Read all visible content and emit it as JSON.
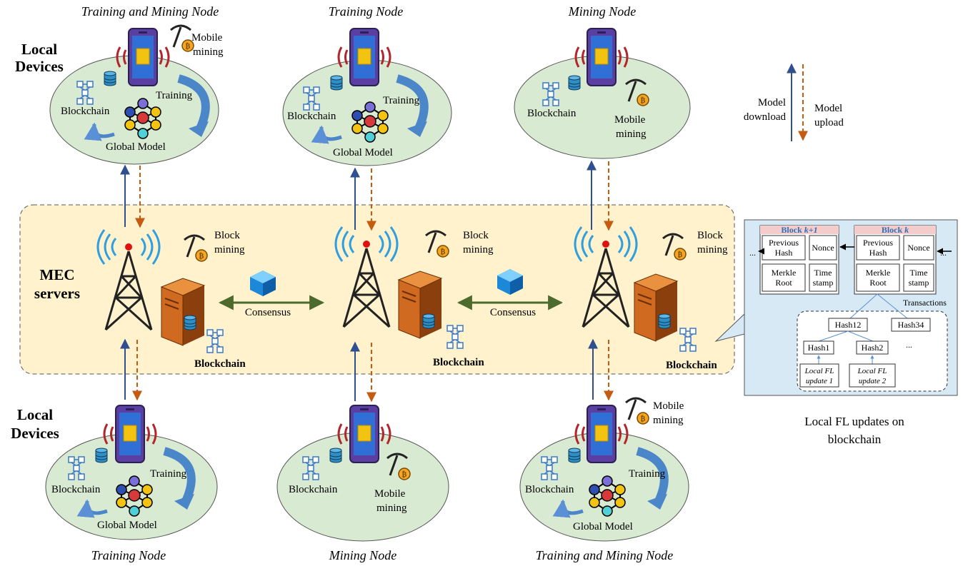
{
  "nodes": {
    "top_left": {
      "title": "Training and Mining Node",
      "training": "Training",
      "blockchain": "Blockchain",
      "global_model": "Global Model",
      "mining_line1": "Mobile",
      "mining_line2": "mining"
    },
    "top_mid": {
      "title": "Training Node",
      "training": "Training",
      "blockchain": "Blockchain",
      "global_model": "Global Model"
    },
    "top_right": {
      "title": "Mining Node",
      "blockchain": "Blockchain",
      "mining_line1": "Mobile",
      "mining_line2": "mining"
    },
    "bot_left": {
      "title": "Training Node",
      "training": "Training",
      "blockchain": "Blockchain",
      "global_model": "Global Model"
    },
    "bot_mid": {
      "title": "Mining Node",
      "blockchain": "Blockchain",
      "mining_line1": "Mobile",
      "mining_line2": "mining"
    },
    "bot_right": {
      "title": "Training and Mining Node",
      "training": "Training",
      "blockchain": "Blockchain",
      "global_model": "Global Model",
      "mining_line1": "Mobile",
      "mining_line2": "mining"
    }
  },
  "local_devices_line1": "Local",
  "local_devices_line2": "Devices",
  "mec_line1": "MEC",
  "mec_line2": "servers",
  "servers": {
    "block_mining_line1": "Block",
    "block_mining_line2": "mining",
    "blockchain": "Blockchain",
    "consensus": "Consensus"
  },
  "legend": {
    "download_line1": "Model",
    "download_line2": "download",
    "upload_line1": "Model",
    "upload_line2": "upload"
  },
  "block_panel": {
    "block_k1_prefix": "Block ",
    "block_k1_var": "k+1",
    "block_k_prefix": "Block ",
    "block_k_var": "k",
    "prev_hash_line1": "Previous",
    "prev_hash_line2": "Hash",
    "nonce": "Nonce",
    "merkle_line1": "Merkle",
    "merkle_line2": "Root",
    "time_line1": "Time",
    "time_line2": "stamp",
    "ellipsis": "...",
    "transactions": "Transactions",
    "hash12": "Hash12",
    "hash34": "Hash34",
    "hash1": "Hash1",
    "hash2": "Hash2",
    "upd1_line1": "Local FL",
    "upd1_line2": "update 1",
    "upd2_line1": "Local FL",
    "upd2_line2": "update 2",
    "caption_line1": "Local FL updates on",
    "caption_line2": "blockchain"
  },
  "colors": {
    "ellipse_fill": "#d9ead3",
    "mec_fill": "#fff2cc",
    "download_arrow": "#2f4f8f",
    "upload_arrow": "#c55a11",
    "consensus_arrow": "#4e6b2e",
    "panel_fill": "#d6e9f5",
    "block_header": "#f4cccc",
    "phone_body": "#5b3fa0",
    "server": "#c0621a"
  },
  "icons": [
    "phone-icon",
    "blockchain-icon",
    "database-icon",
    "neural-network-icon",
    "pickaxe-bitcoin-icon",
    "tower-icon",
    "server-icon",
    "cube-icon",
    "training-arrow-icon"
  ]
}
